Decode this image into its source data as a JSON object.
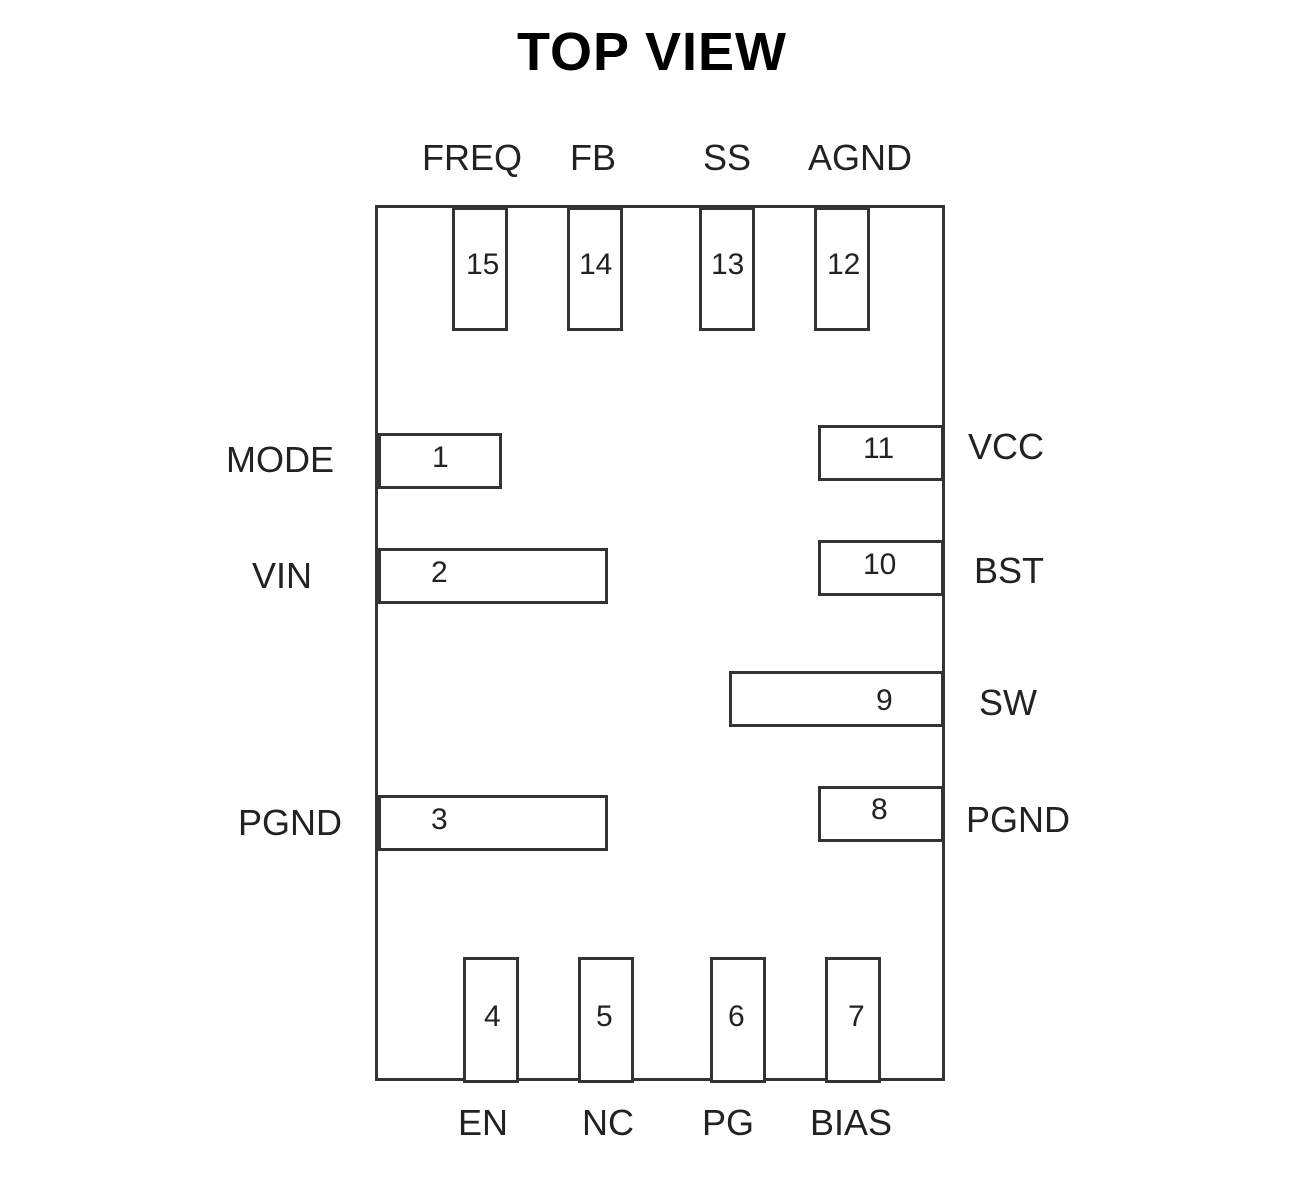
{
  "title": "TOP VIEW",
  "pins": [
    {
      "number": "1",
      "name": "MODE"
    },
    {
      "number": "2",
      "name": "VIN"
    },
    {
      "number": "3",
      "name": "PGND"
    },
    {
      "number": "4",
      "name": "EN"
    },
    {
      "number": "5",
      "name": "NC"
    },
    {
      "number": "6",
      "name": "PG"
    },
    {
      "number": "7",
      "name": "BIAS"
    },
    {
      "number": "8",
      "name": "PGND"
    },
    {
      "number": "9",
      "name": "SW"
    },
    {
      "number": "10",
      "name": "BST"
    },
    {
      "number": "11",
      "name": "VCC"
    },
    {
      "number": "12",
      "name": "AGND"
    },
    {
      "number": "13",
      "name": "SS"
    },
    {
      "number": "14",
      "name": "FB"
    },
    {
      "number": "15",
      "name": "FREQ"
    }
  ]
}
